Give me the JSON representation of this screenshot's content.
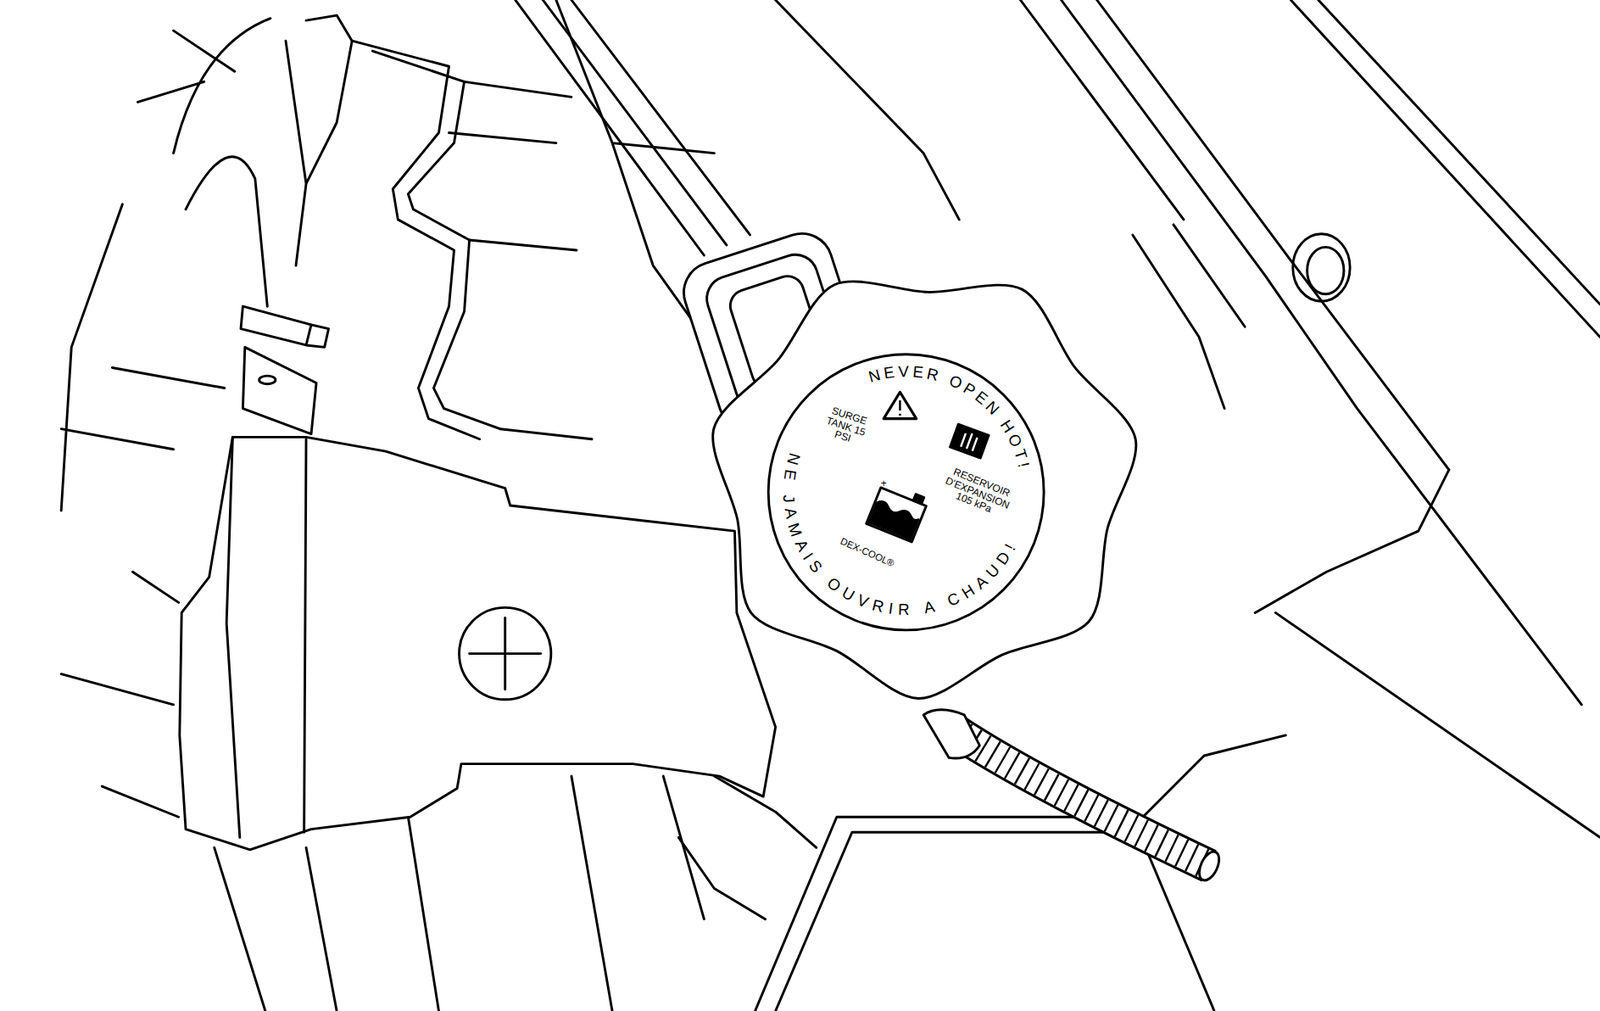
{
  "diagram": {
    "labels": [
      "NEVER OPEN HOT!",
      "SURGE TANK 15 PSI",
      "RESERVOIR D'EXPANSION 105 kPa",
      "+",
      "DEX-COOL®",
      "NE JAMAIS OUVRIR A CHAUD!"
    ]
  }
}
